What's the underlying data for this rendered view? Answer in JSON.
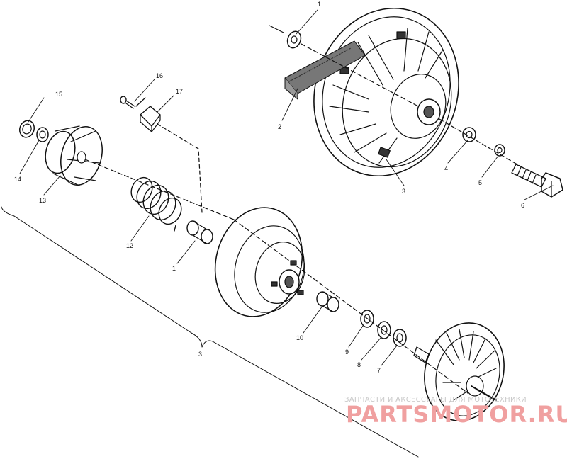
{
  "callouts": {
    "c1": "1",
    "c1b": "1",
    "c2": "2",
    "c3": "3",
    "c3b": "3",
    "c4": "4",
    "c5": "5",
    "c6": "6",
    "c7": "7",
    "c8": "8",
    "c9": "9",
    "c10": "10",
    "c12": "12",
    "c13": "13",
    "c14": "14",
    "c15": "15",
    "c16": "16",
    "c17": "17"
  },
  "watermark": {
    "tagline": "ЗАПЧАСТИ И АКСЕССУАРЫ ДЛЯ МОТОТЕХНИКИ",
    "brand": "PARTSMOTOR.RU"
  }
}
